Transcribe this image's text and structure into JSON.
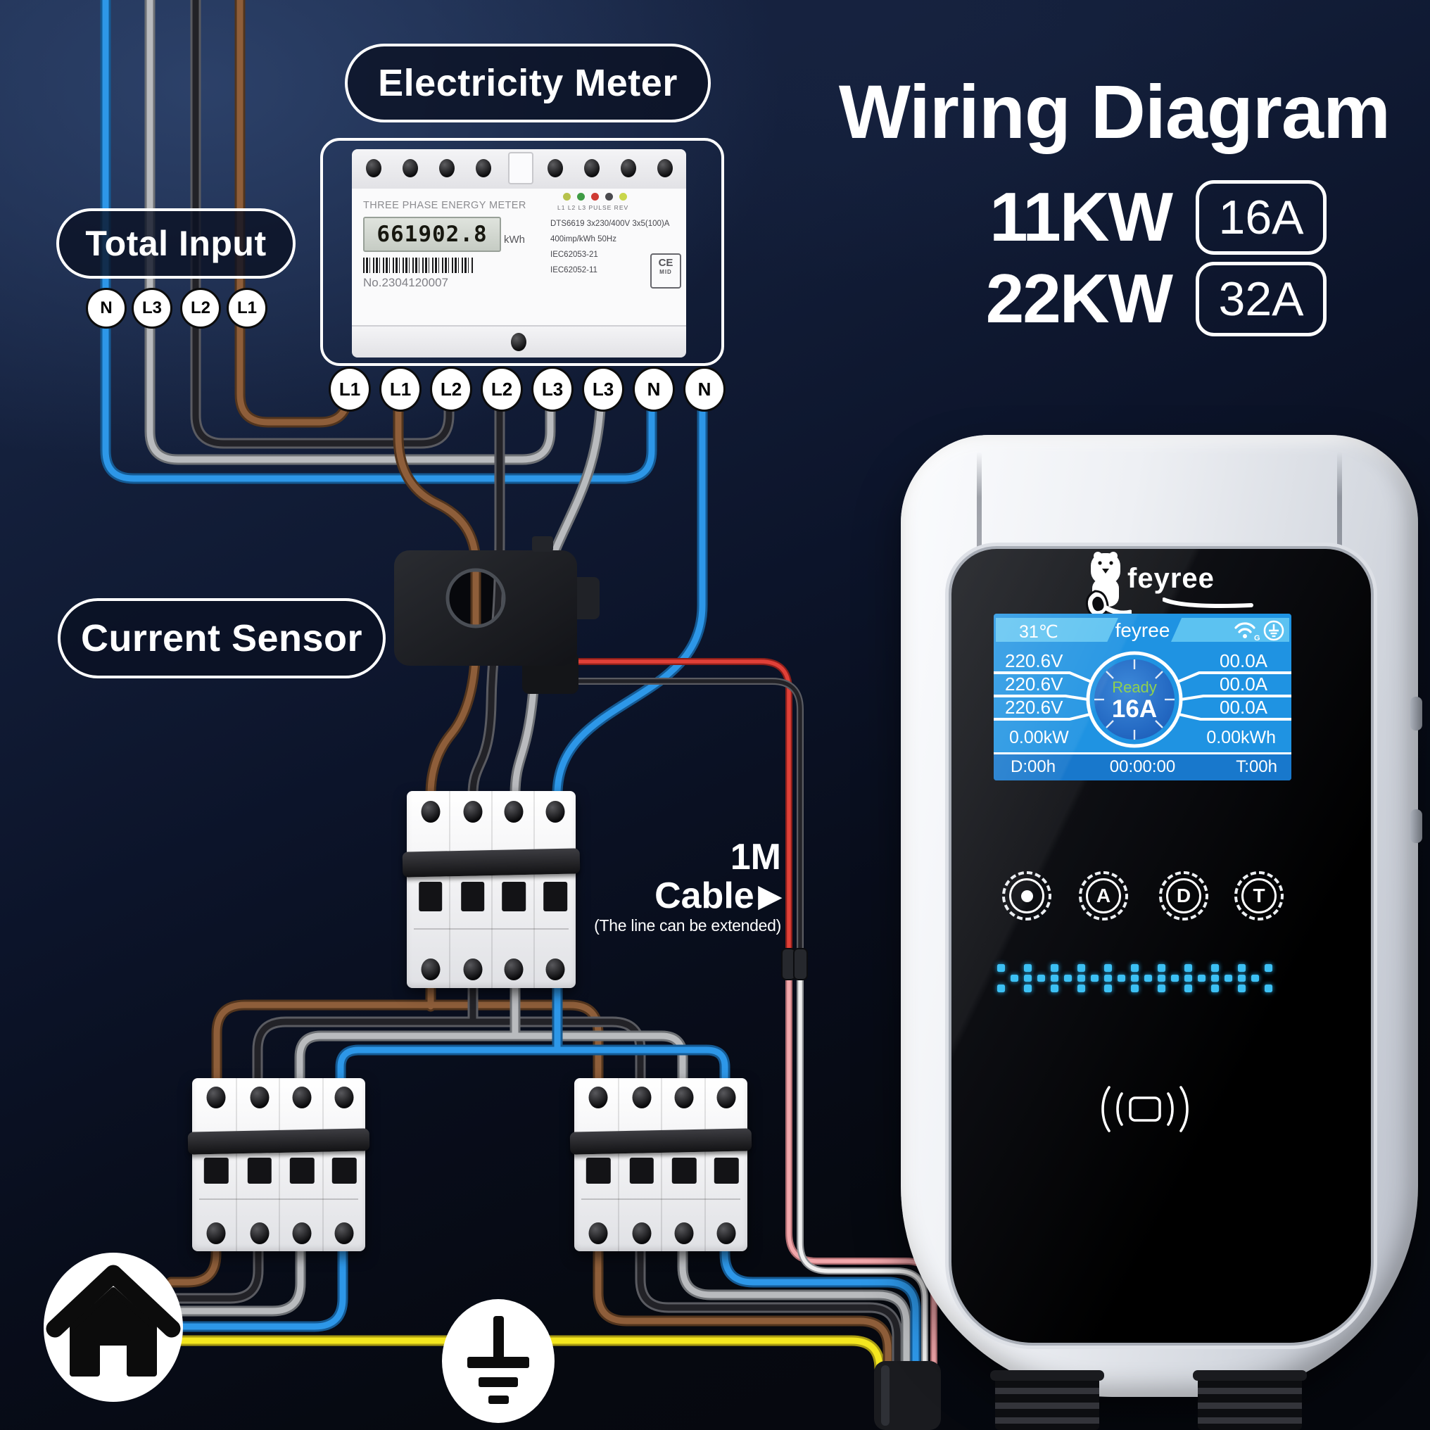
{
  "title": "Wiring Diagram",
  "specs": [
    {
      "power": "11KW",
      "amp": "16A"
    },
    {
      "power": "22KW",
      "amp": "32A"
    }
  ],
  "labels": {
    "electricity_meter": "Electricity Meter",
    "total_input": "Total Input",
    "current_sensor": "Current Sensor"
  },
  "total_input": {
    "terminals": [
      "N",
      "L3",
      "L2",
      "L1"
    ]
  },
  "meter": {
    "title": "THREE PHASE ENERGY METER",
    "lcd_value": "661902.8",
    "lcd_unit": "kWh",
    "led_labels": "L1 L2 L3 PULSE REV",
    "spec_line1": "DTS6619  3x230/400V  3x5(100)A",
    "spec_line2": "400imp/kWh  50Hz",
    "standard1": "IEC62053-21",
    "standard2": "IEC62052-11",
    "cert": "CE",
    "cert_sub": "MID",
    "serial": "No.2304120007",
    "terminals": [
      "L1",
      "L1",
      "L2",
      "L2",
      "L3",
      "L3",
      "N",
      "N"
    ]
  },
  "cable_note": {
    "size": "1M",
    "word": "Cable",
    "arrow": "▶",
    "sub": "(The line can be extended)"
  },
  "charger": {
    "brand": "feyree",
    "screen": {
      "temp": "31℃",
      "title": "feyree",
      "phases": [
        {
          "voltage": "220.6V",
          "current": "00.0A"
        },
        {
          "voltage": "220.6V",
          "current": "00.0A"
        },
        {
          "voltage": "220.6V",
          "current": "00.0A"
        }
      ],
      "status": "Ready",
      "set_current": "16A",
      "power": "0.00kW",
      "energy": "0.00kWh",
      "duration": "D:00h",
      "session_time": "00:00:00",
      "total": "T:00h"
    },
    "buttons": [
      "A",
      "D",
      "T"
    ],
    "led_pattern": [
      "101",
      "010",
      "111",
      "010",
      "111",
      "010",
      "111",
      "010",
      "111",
      "010",
      "111",
      "010",
      "111",
      "010",
      "111",
      "010",
      "111",
      "010",
      "111",
      "010",
      "101"
    ]
  },
  "colors": {
    "wire_blue": "#2d97e8",
    "wire_gray": "#b9bbbe",
    "wire_black": "#222227",
    "wire_brown": "#8e5e3a",
    "wire_yellow": "#f4e71f",
    "wire_red": "#e04038",
    "wire_pink": "#f2a7ab",
    "wire_white": "#efefef",
    "screen_blue": "#1f93e2",
    "ready_green": "#8fd14f"
  }
}
